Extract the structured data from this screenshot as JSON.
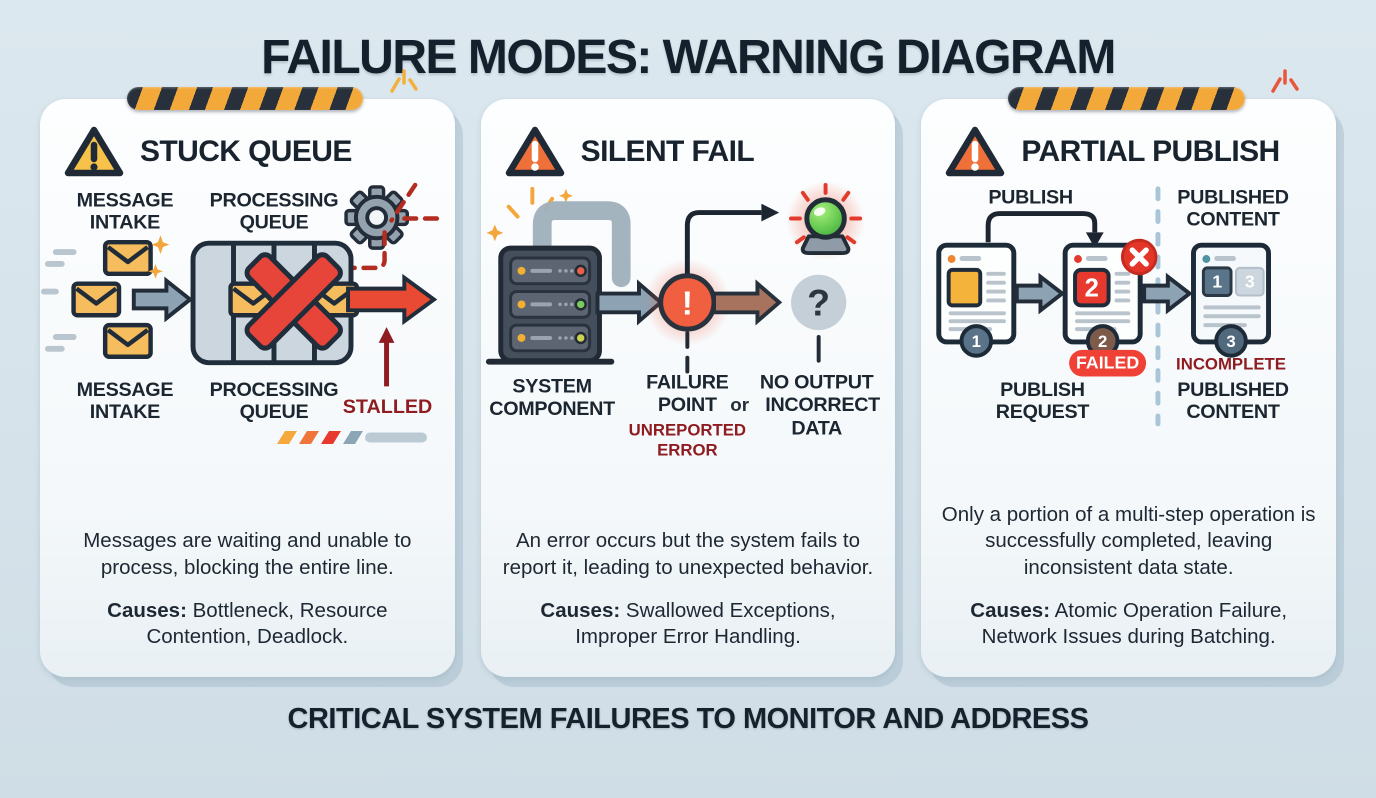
{
  "title": "FAILURE MODES: WARNING DIAGRAM",
  "footer": "CRITICAL SYSTEM FAILURES TO MONITOR AND ADDRESS",
  "colors": {
    "background": "#d8e4ec",
    "card": "#fbfdfe",
    "title_navy": "#14212d",
    "alert_red": "#e8392f",
    "dark_red": "#8e1c21",
    "hazard_yellow": "#f3a83a",
    "hazard_dark": "#27303b",
    "steel_gray": "#8da3b4"
  },
  "panels": {
    "stuck_queue": {
      "title": "STUCK QUEUE",
      "labels": {
        "message_intake_l1": "MESSAGE",
        "message_intake_l2": "INTAKE",
        "processing_queue_l1": "PROCESSING",
        "processing_queue_l2": "QUEUE",
        "stalled": "STALLED"
      },
      "description": "Messages are waiting and unable to process, blocking the entire line.",
      "causes_label": "Causes:",
      "causes": "Bottleneck, Resource Contention, Deadlock."
    },
    "silent_fail": {
      "title": "SILENT FAIL",
      "labels": {
        "system_l1": "SYSTEM",
        "system_l2": "COMPONENT",
        "failure_l1": "FAILURE",
        "failure_l2": "POINT",
        "unreported_l1": "UNREPORTED",
        "unreported_l2": "ERROR",
        "or": "or",
        "no_output_l1": "NO OUTPUT",
        "no_output_l2": "INCORRECT",
        "no_output_l3": "DATA",
        "exclamation": "!",
        "question": "?"
      },
      "description": "An error occurs but the system fails to report it, leading to unexpected behavior.",
      "causes_label": "Causes:",
      "causes": "Swallowed Exceptions, Improper Error Handling."
    },
    "partial_publish": {
      "title": "PARTIAL PUBLISH",
      "labels": {
        "publish": "PUBLISH",
        "published_l1": "PUBLISHED",
        "published_l2": "CONTENT",
        "request_l1": "PUBLISH",
        "request_l2": "REQUEST",
        "failed": "FAILED",
        "incomplete": "INCOMPLETE",
        "step1": "1",
        "step2": "2",
        "step3": "3"
      },
      "description": "Only a portion of a multi-step operation is successfully completed, leaving inconsistent data state.",
      "causes_label": "Causes:",
      "causes": "Atomic Operation Failure, Network Issues during Batching."
    }
  }
}
